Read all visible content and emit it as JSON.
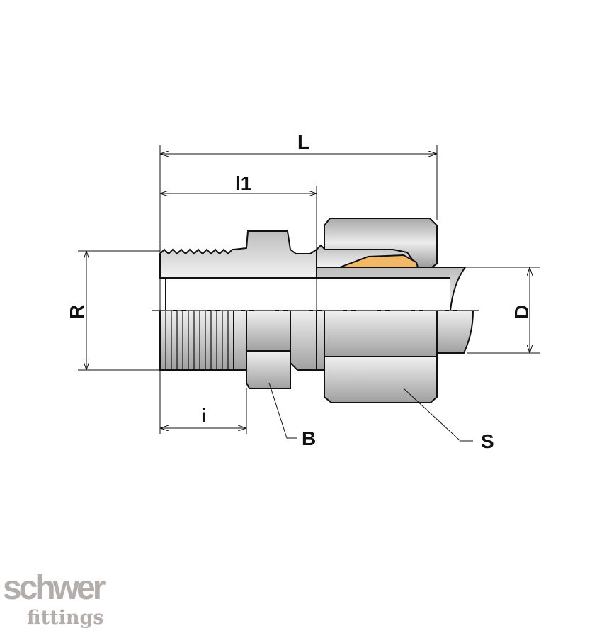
{
  "diagram": {
    "dimensions": {
      "L": "L",
      "l1": "l1",
      "R": "R",
      "D": "D",
      "i": "i"
    },
    "parts": {
      "B": "B",
      "S": "S"
    },
    "colors": {
      "metal_light": "#e8e8e8",
      "metal_dark": "#9a9a9a",
      "ferrule": "#f2b866",
      "line": "#111111"
    }
  },
  "logo": {
    "line1": "schwer",
    "line2": "fittings"
  }
}
